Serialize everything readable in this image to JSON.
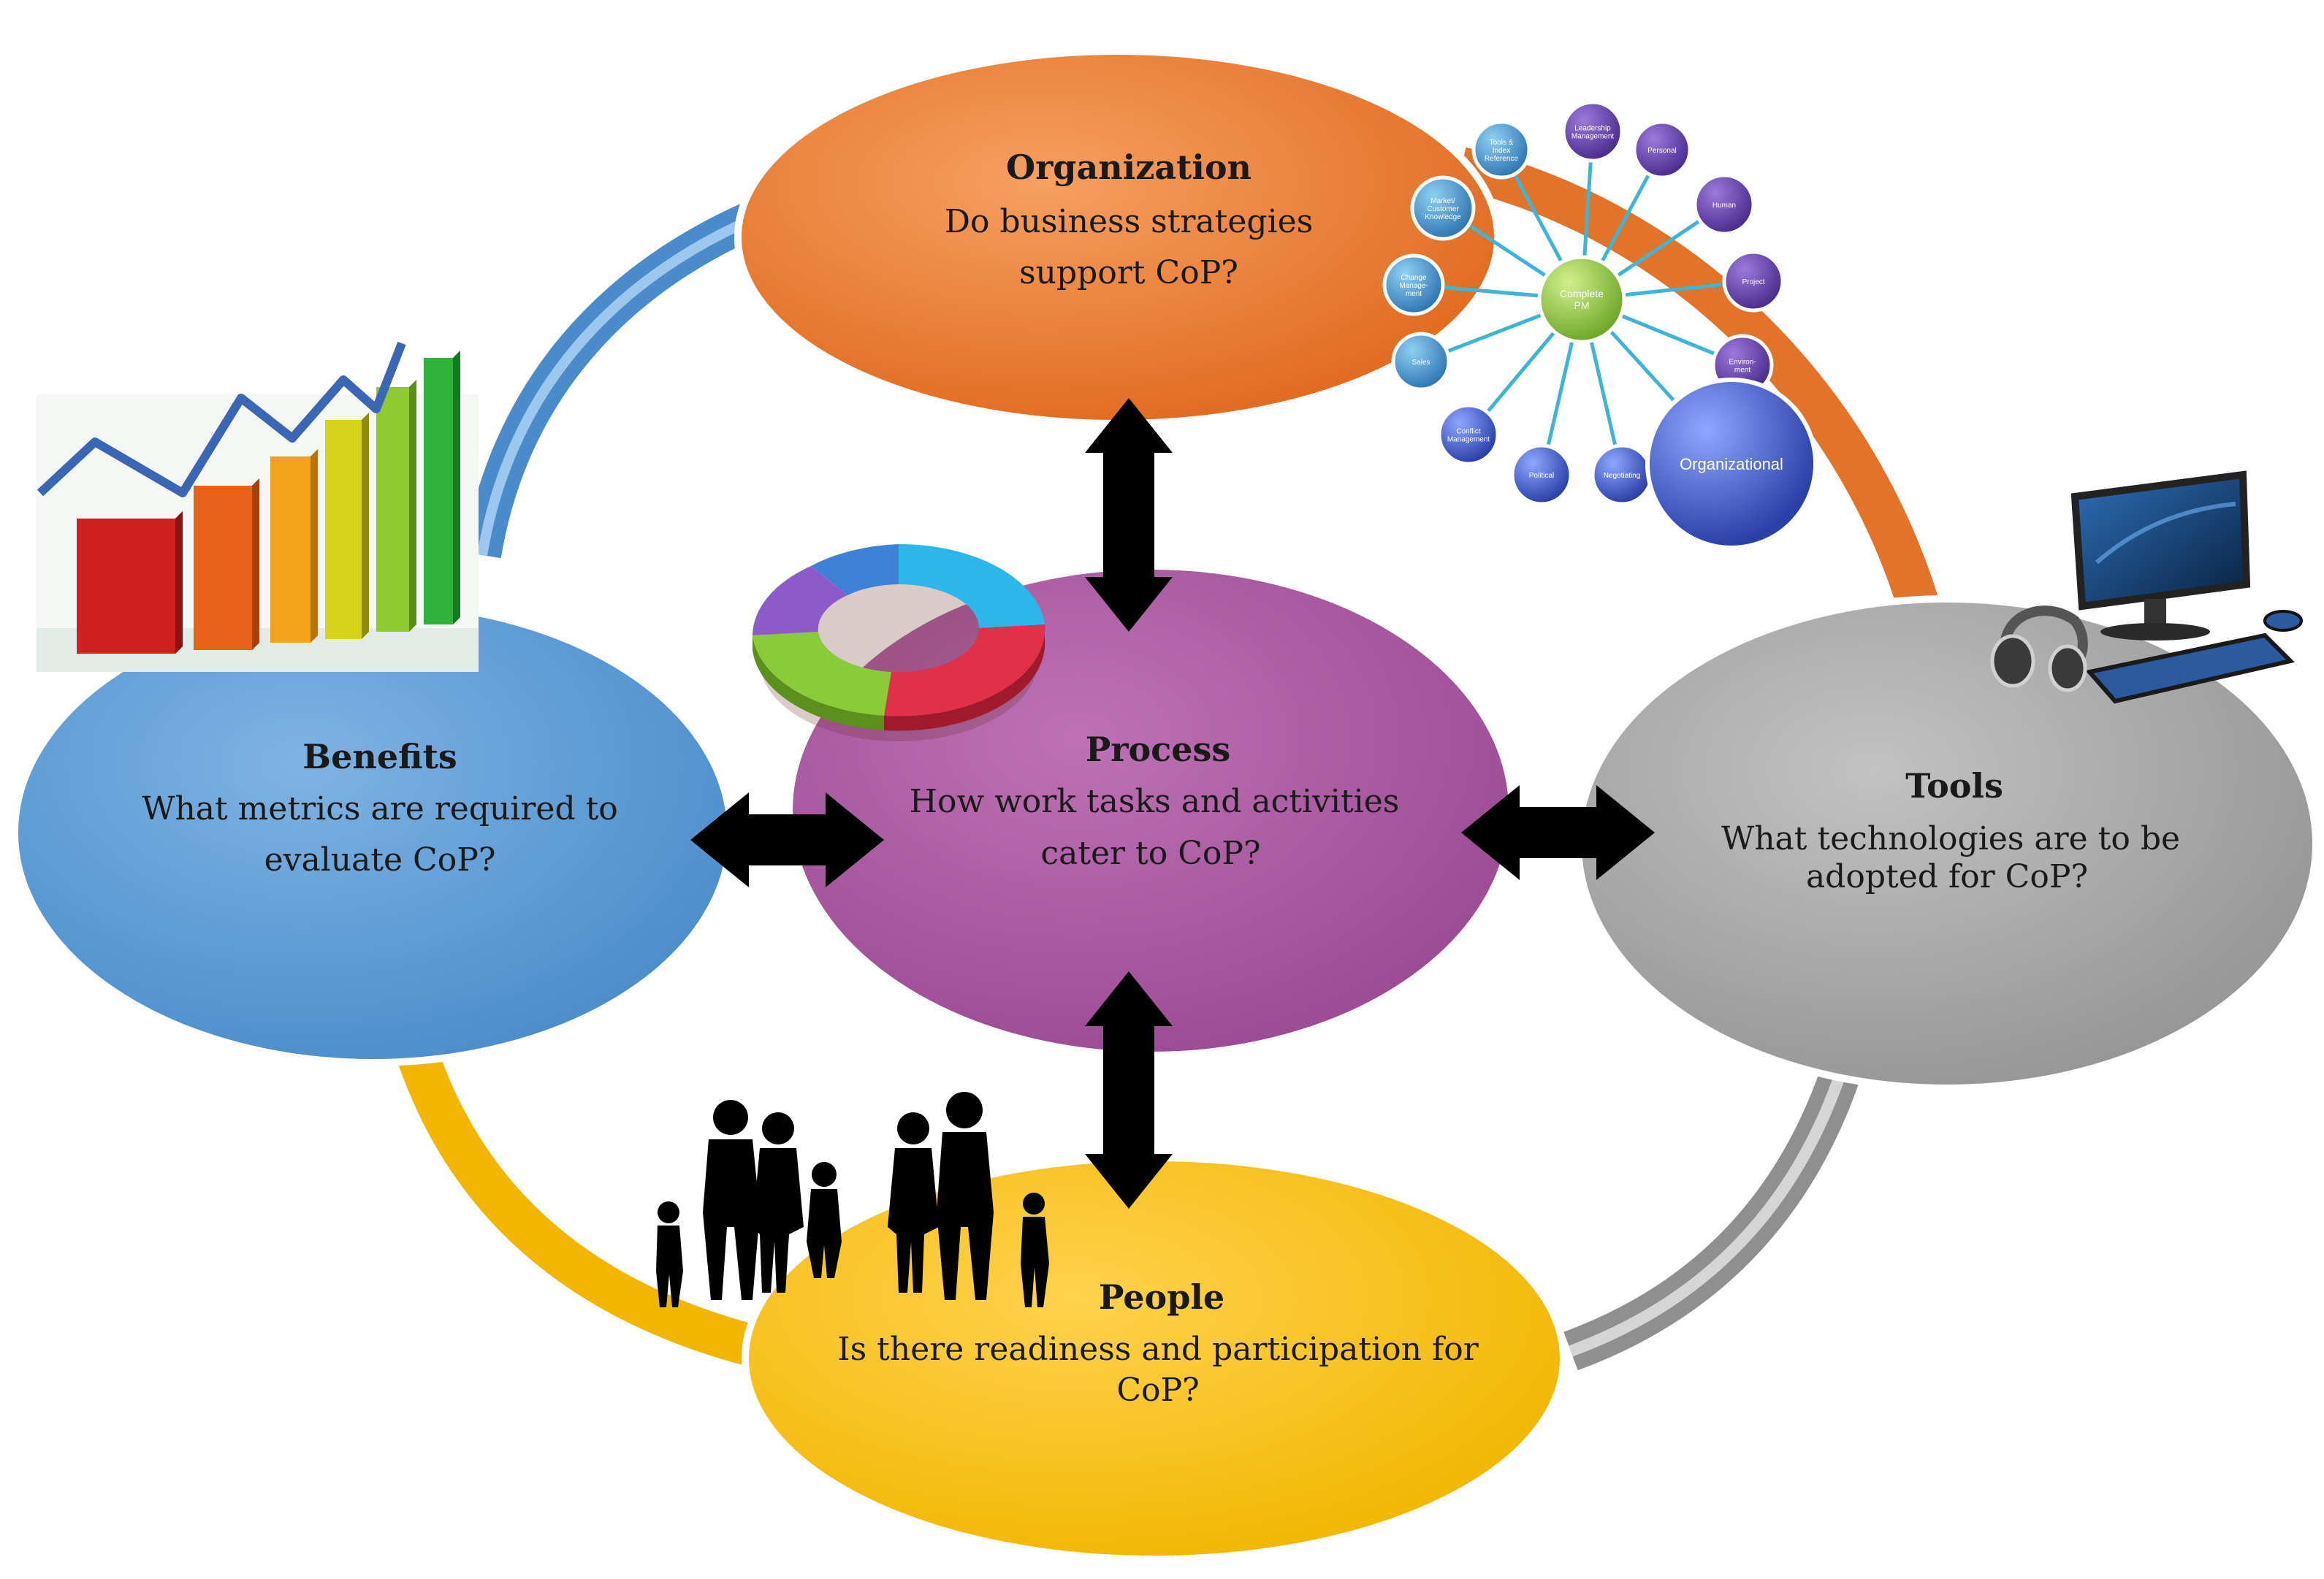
{
  "nodes": {
    "organization": {
      "title": "Organization",
      "lines": [
        "Do business  strategies",
        "support  CoP?"
      ],
      "color": "#ED7D31"
    },
    "benefits": {
      "title": "Benefits",
      "lines": [
        "What metrics  are required  to",
        "evaluate  CoP?"
      ],
      "color": "#5B9BD5"
    },
    "process": {
      "title": "Process",
      "lines": [
        "How  work  tasks  and  activities",
        "cater to CoP?"
      ],
      "color": "#A95BA0"
    },
    "tools": {
      "title": "Tools",
      "lines": [
        "What technologies  are to be",
        "adopted  for CoP?"
      ],
      "color": "#A6A6A6"
    },
    "people": {
      "title": "People",
      "lines": [
        "Is there readiness  and  participation  for",
        "CoP?"
      ],
      "color": "#FFC000"
    }
  },
  "pm_map": {
    "center": [
      "Complete",
      "PM"
    ],
    "satellites": [
      [
        "Tools &",
        "Index",
        "Reference"
      ],
      [
        "Leadership",
        "Management"
      ],
      [
        "Personal"
      ],
      [
        "Human"
      ],
      [
        "Project"
      ],
      [
        "Environ-",
        "ment"
      ],
      [
        "Market/",
        "Customer",
        "Knowledge"
      ],
      [
        "Change",
        "Manage-",
        "ment"
      ],
      [
        "Sales"
      ],
      [
        "Conflict",
        "Management"
      ],
      [
        "Political"
      ],
      [
        "Negotiating"
      ]
    ],
    "big": "Organizational"
  },
  "colors": {
    "ring_blue": "#5B9BD5",
    "ring_orange": "#ED7D31",
    "ring_gray": "#A6A6A6",
    "ring_yellow": "#FFC000",
    "arrow": "#000000"
  }
}
